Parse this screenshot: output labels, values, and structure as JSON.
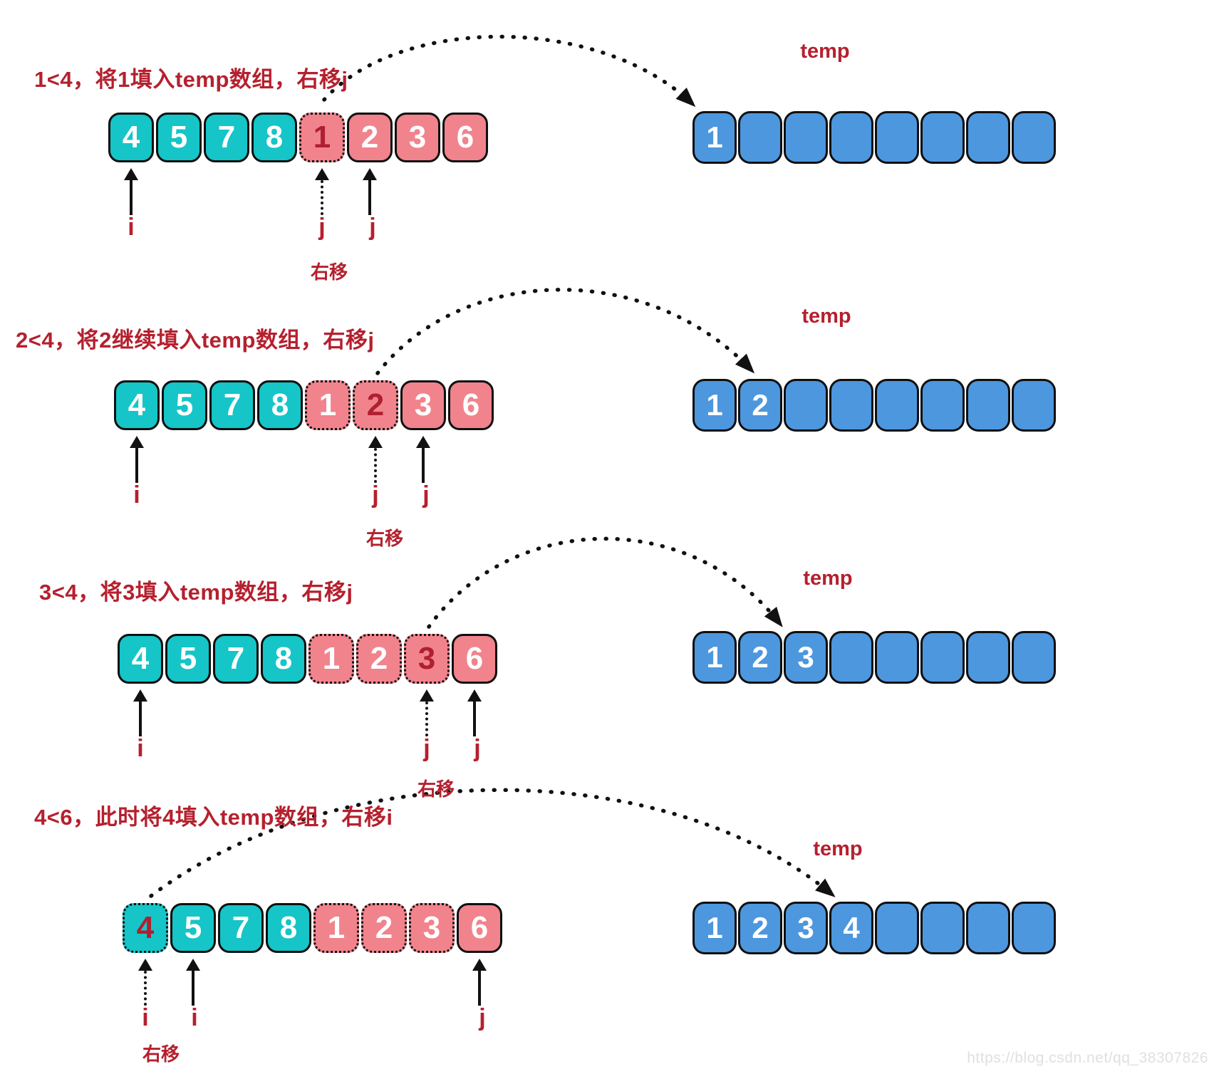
{
  "watermark": {
    "text": "https://blog.csdn.net/qq_38307826"
  },
  "colors": {
    "teal_cell": "#15c5c7",
    "pink_cell": "#f1838c",
    "temp_cell_blue": "#4d97de",
    "accent_red_text": "#b5202e",
    "highlight_number_red": "#b01f31",
    "cell_border_black": "#0f0f0f"
  },
  "steps": [
    {
      "id": "step-1",
      "label": "1<4，将1填入temp数组，右移j",
      "temp_label": "temp",
      "move_label": "右移",
      "source_cells": [
        {
          "value": "4",
          "tone": "teal"
        },
        {
          "value": "5",
          "tone": "teal"
        },
        {
          "value": "7",
          "tone": "teal"
        },
        {
          "value": "8",
          "tone": "teal"
        },
        {
          "value": "1",
          "tone": "pink",
          "dotted": true,
          "highlight": true
        },
        {
          "value": "2",
          "tone": "pink"
        },
        {
          "value": "3",
          "tone": "pink"
        },
        {
          "value": "6",
          "tone": "pink"
        }
      ],
      "temp_cells": [
        {
          "value": "1",
          "highlight": true
        },
        {
          "value": ""
        },
        {
          "value": ""
        },
        {
          "value": ""
        },
        {
          "value": ""
        },
        {
          "value": ""
        },
        {
          "value": ""
        },
        {
          "value": ""
        }
      ],
      "pointers": [
        {
          "label": "i",
          "style": "solid",
          "points_to": "4"
        },
        {
          "label": "j",
          "style": "dotted",
          "points_to": "1"
        },
        {
          "label": "j",
          "style": "solid",
          "points_to": "2"
        }
      ]
    },
    {
      "id": "step-2",
      "label": "2<4，将2继续填入temp数组，右移j",
      "temp_label": "temp",
      "move_label": "右移",
      "source_cells": [
        {
          "value": "4",
          "tone": "teal"
        },
        {
          "value": "5",
          "tone": "teal"
        },
        {
          "value": "7",
          "tone": "teal"
        },
        {
          "value": "8",
          "tone": "teal"
        },
        {
          "value": "1",
          "tone": "pink",
          "dotted": true
        },
        {
          "value": "2",
          "tone": "pink",
          "dotted": true,
          "highlight": true
        },
        {
          "value": "3",
          "tone": "pink"
        },
        {
          "value": "6",
          "tone": "pink"
        }
      ],
      "temp_cells": [
        {
          "value": "1"
        },
        {
          "value": "2",
          "highlight": true
        },
        {
          "value": ""
        },
        {
          "value": ""
        },
        {
          "value": ""
        },
        {
          "value": ""
        },
        {
          "value": ""
        },
        {
          "value": ""
        }
      ],
      "pointers": [
        {
          "label": "i",
          "style": "solid",
          "points_to": "4"
        },
        {
          "label": "j",
          "style": "dotted",
          "points_to": "2"
        },
        {
          "label": "j",
          "style": "solid",
          "points_to": "3"
        }
      ]
    },
    {
      "id": "step-3",
      "label": "3<4，将3填入temp数组，右移j",
      "temp_label": "temp",
      "move_label": "右移",
      "source_cells": [
        {
          "value": "4",
          "tone": "teal"
        },
        {
          "value": "5",
          "tone": "teal"
        },
        {
          "value": "7",
          "tone": "teal"
        },
        {
          "value": "8",
          "tone": "teal"
        },
        {
          "value": "1",
          "tone": "pink",
          "dotted": true
        },
        {
          "value": "2",
          "tone": "pink",
          "dotted": true
        },
        {
          "value": "3",
          "tone": "pink",
          "dotted": true,
          "highlight": true
        },
        {
          "value": "6",
          "tone": "pink"
        }
      ],
      "temp_cells": [
        {
          "value": "1"
        },
        {
          "value": "2"
        },
        {
          "value": "3",
          "highlight": true
        },
        {
          "value": ""
        },
        {
          "value": ""
        },
        {
          "value": ""
        },
        {
          "value": ""
        },
        {
          "value": ""
        }
      ],
      "pointers": [
        {
          "label": "i",
          "style": "solid",
          "points_to": "4"
        },
        {
          "label": "j",
          "style": "dotted",
          "points_to": "3"
        },
        {
          "label": "j",
          "style": "solid",
          "points_to": "6"
        }
      ]
    },
    {
      "id": "step-4",
      "label": "4<6，此时将4填入temp数组，右移i",
      "temp_label": "temp",
      "move_label": "右移",
      "source_cells": [
        {
          "value": "4",
          "tone": "teal",
          "dotted": true,
          "highlight": true
        },
        {
          "value": "5",
          "tone": "teal"
        },
        {
          "value": "7",
          "tone": "teal"
        },
        {
          "value": "8",
          "tone": "teal"
        },
        {
          "value": "1",
          "tone": "pink",
          "dotted": true
        },
        {
          "value": "2",
          "tone": "pink",
          "dotted": true
        },
        {
          "value": "3",
          "tone": "pink",
          "dotted": true
        },
        {
          "value": "6",
          "tone": "pink"
        }
      ],
      "temp_cells": [
        {
          "value": "1"
        },
        {
          "value": "2"
        },
        {
          "value": "3"
        },
        {
          "value": "4",
          "highlight": true
        },
        {
          "value": ""
        },
        {
          "value": ""
        },
        {
          "value": ""
        },
        {
          "value": ""
        }
      ],
      "pointers": [
        {
          "label": "i",
          "style": "dotted",
          "points_to": "4"
        },
        {
          "label": "i",
          "style": "solid",
          "points_to": "5"
        },
        {
          "label": "j",
          "style": "solid",
          "points_to": "6"
        }
      ]
    }
  ]
}
